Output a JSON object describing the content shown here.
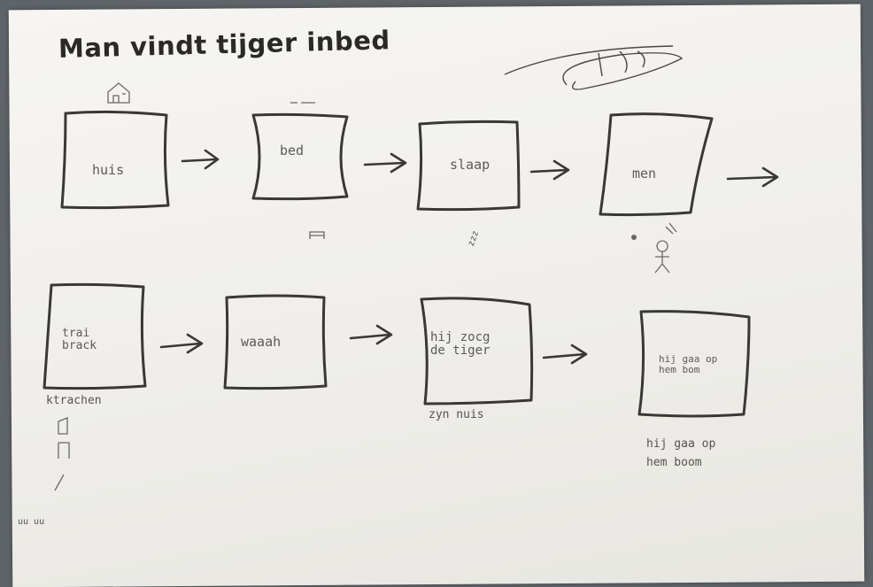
{
  "title": "Man vindt tijger inbed",
  "frames": [
    {
      "text": "huis",
      "below": ""
    },
    {
      "text": "bed",
      "below": ""
    },
    {
      "text": "slaap",
      "below": ""
    },
    {
      "text": "men",
      "below": ""
    },
    {
      "text": "trai\nbrack",
      "below": "ktrachen"
    },
    {
      "text": "waaah",
      "below": ""
    },
    {
      "text": "hij zocg\nde tiger",
      "below": "zyn nuis"
    },
    {
      "text": "hij gaa op\nhem bom",
      "below": "hij gaa op\nhem boom"
    }
  ],
  "small_note": "zzz",
  "corner_note": "uu uu",
  "icons": [
    "house-icon",
    "bed-icon",
    "stick-figure-icon",
    "signature"
  ]
}
